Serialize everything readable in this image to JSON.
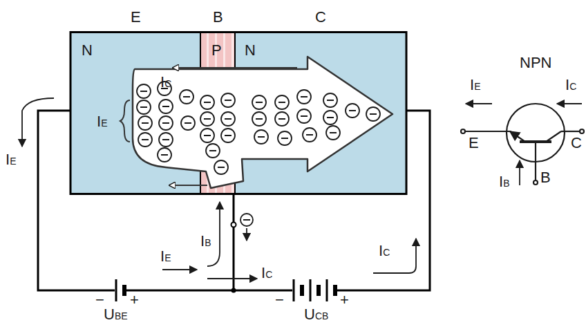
{
  "diagram": {
    "nodes": [
      {
        "text": [
          "E",
          "N"
        ]
      },
      {
        "text": [
          "B",
          "P"
        ]
      },
      {
        "text": [
          "C",
          "N"
        ]
      }
    ],
    "labels": [
      "IC",
      "IE",
      "IE",
      "IB",
      "IE",
      "IC",
      "IC",
      "UBE",
      "UCB",
      "−",
      "+",
      "−",
      "+",
      "NPN",
      "IE",
      "IC",
      "E",
      "C",
      "IB",
      "B"
    ]
  }
}
